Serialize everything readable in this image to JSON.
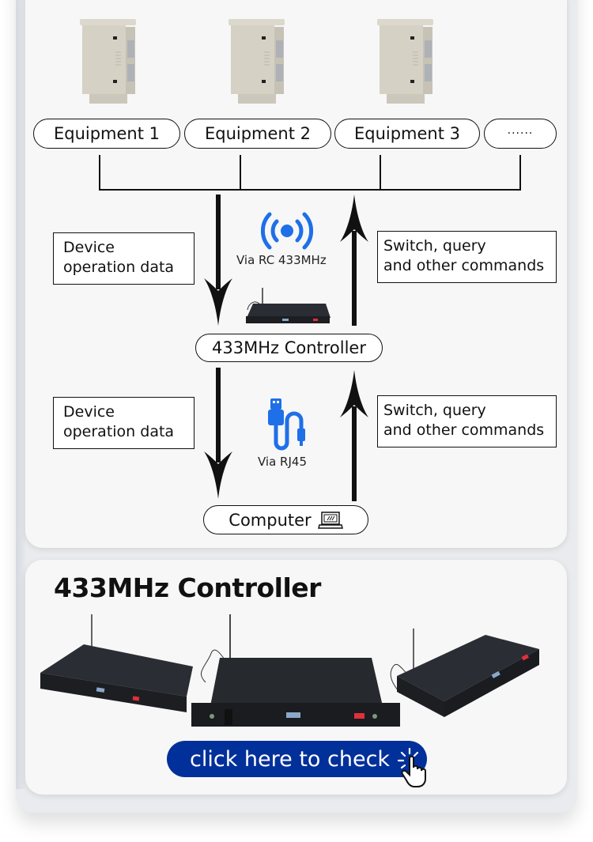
{
  "diagram": {
    "equipment": [
      {
        "label": "Equipment 1"
      },
      {
        "label": "Equipment 2"
      },
      {
        "label": "Equipment 3"
      },
      {
        "label": "······"
      }
    ],
    "upper_left_box": {
      "line1": "Device",
      "line2": "operation data"
    },
    "upper_right_box": {
      "line1": "Switch, query",
      "line2": "and other commands"
    },
    "upper_link_label": "Via RC 433MHz",
    "upper_link_icon": "wireless-signal-icon",
    "controller_label": "433MHz Controller",
    "lower_left_box": {
      "line1": "Device",
      "line2": "operation data"
    },
    "lower_right_box": {
      "line1": "Switch, query",
      "line2": "and other commands"
    },
    "lower_link_label": "Via RJ45",
    "lower_link_icon": "usb-cable-icon",
    "computer_label": "Computer",
    "computer_icon": "laptop-icon",
    "icon_color": "#1f6fe8"
  },
  "product": {
    "title": "433MHz Controller",
    "cta_label": "click here to check",
    "cta_color": "#02309a",
    "cta_icon": "hand-pointer-click-icon"
  }
}
